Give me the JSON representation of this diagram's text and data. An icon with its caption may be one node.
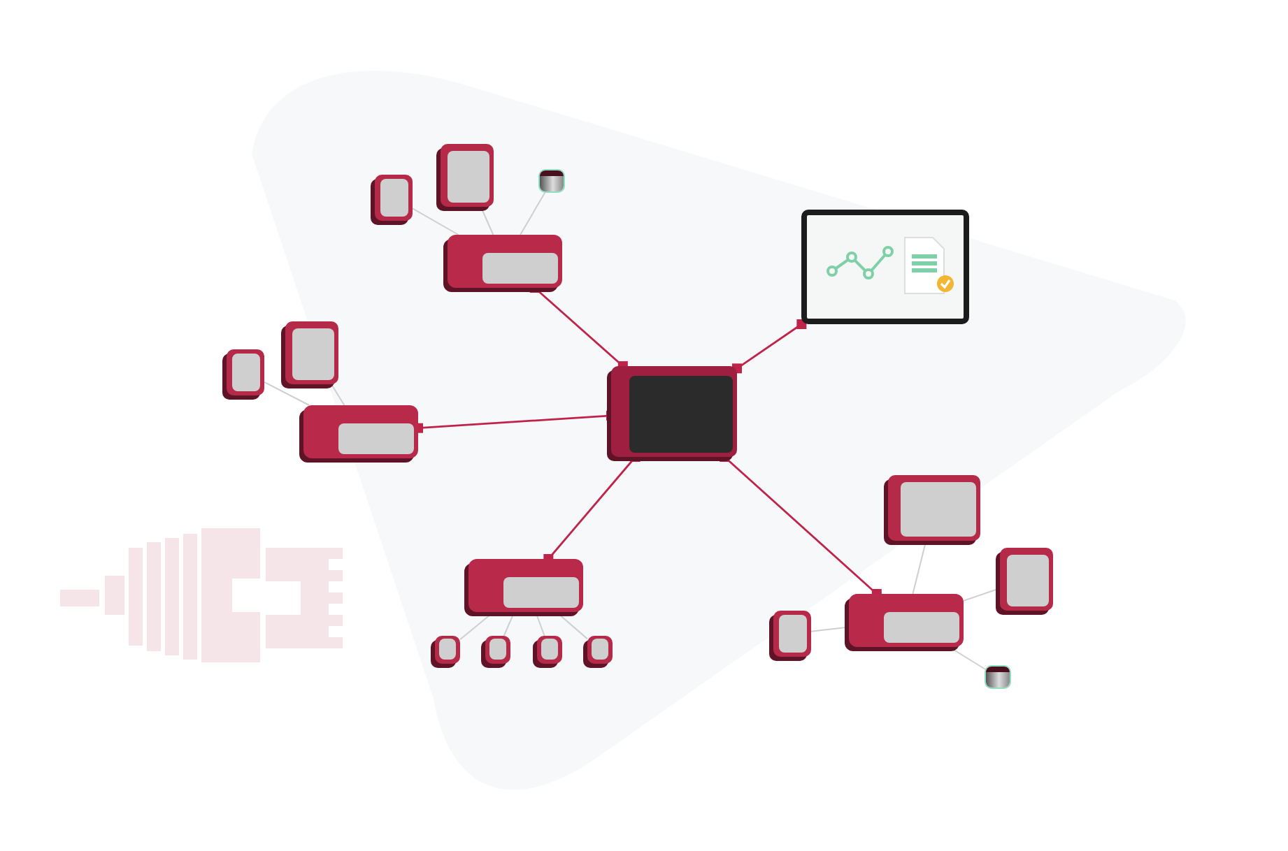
{
  "diagram": {
    "nodes": [
      {
        "text": [],
        "shape": "box"
      },
      {
        "text": [],
        "shape": "picture"
      },
      {
        "text": [],
        "shape": "box"
      },
      {
        "text": [],
        "shape": "box"
      },
      {
        "text": [],
        "shape": "box"
      },
      {
        "text": [],
        "shape": "box"
      },
      {
        "text": [],
        "shape": "box"
      },
      {
        "text": [],
        "shape": "box"
      },
      {
        "text": [],
        "shape": "cylinder"
      },
      {
        "text": [],
        "shape": "box"
      },
      {
        "text": [],
        "shape": "box"
      },
      {
        "text": [],
        "shape": "box"
      },
      {
        "text": [],
        "shape": "box"
      },
      {
        "text": [],
        "shape": "box"
      },
      {
        "text": [],
        "shape": "box"
      },
      {
        "text": [],
        "shape": "box"
      },
      {
        "text": [],
        "shape": "box"
      },
      {
        "text": [],
        "shape": "box"
      },
      {
        "text": [],
        "shape": "cylinder"
      }
    ],
    "edges": [
      {
        "from": 2,
        "to": 0,
        "arrow": "other",
        "color": "#c0234a"
      },
      {
        "from": 3,
        "to": 0,
        "arrow": "other",
        "color": "#c0234a"
      },
      {
        "from": 4,
        "to": 0,
        "arrow": "other",
        "color": "#c0234a"
      },
      {
        "from": 5,
        "to": 0,
        "arrow": "other",
        "color": "#c0234a"
      },
      {
        "from": 1,
        "to": 0,
        "arrow": "other",
        "color": "#c0234a"
      },
      {
        "from": 6,
        "to": 2,
        "arrow": "none"
      },
      {
        "from": 7,
        "to": 2,
        "arrow": "none"
      },
      {
        "from": 8,
        "to": 2,
        "arrow": "none"
      },
      {
        "from": 9,
        "to": 3,
        "arrow": "none"
      },
      {
        "from": 10,
        "to": 3,
        "arrow": "none"
      },
      {
        "from": 11,
        "to": 4,
        "arrow": "none"
      },
      {
        "from": 12,
        "to": 4,
        "arrow": "none"
      },
      {
        "from": 13,
        "to": 4,
        "arrow": "none"
      },
      {
        "from": 14,
        "to": 4,
        "arrow": "none"
      },
      {
        "from": 15,
        "to": 5,
        "arrow": "none"
      },
      {
        "from": 16,
        "to": 5,
        "arrow": "none"
      },
      {
        "from": 17,
        "to": 5,
        "arrow": "none"
      },
      {
        "from": 18,
        "to": 5,
        "arrow": "none"
      }
    ]
  }
}
